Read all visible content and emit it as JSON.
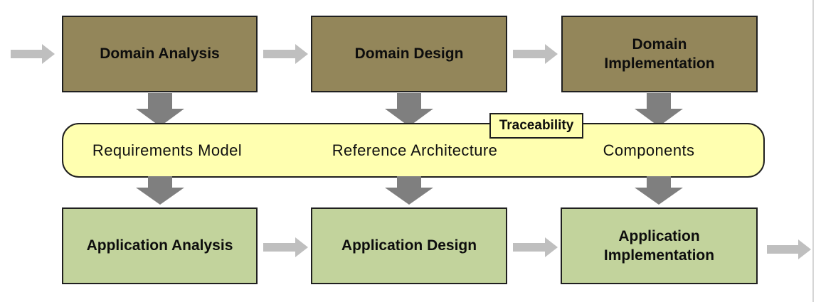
{
  "diagram": {
    "top_row": [
      {
        "label": "Domain Analysis"
      },
      {
        "label": "Domain Design"
      },
      {
        "label": "Domain\nImplementation"
      }
    ],
    "middle_band": {
      "tag": "Traceability",
      "items": [
        {
          "label": "Requirements Model"
        },
        {
          "label": "Reference Architecture"
        },
        {
          "label": "Components"
        }
      ]
    },
    "bottom_row": [
      {
        "label": "Application Analysis"
      },
      {
        "label": "Application Design"
      },
      {
        "label": "Application\nImplementation"
      }
    ],
    "colors": {
      "domain_box": "#93865a",
      "application_box": "#c2d39c",
      "band": "#ffffb0",
      "arrow_light": "#bfbfbf",
      "arrow_dark": "#7f7f7f",
      "border": "#1f1f1f"
    }
  }
}
